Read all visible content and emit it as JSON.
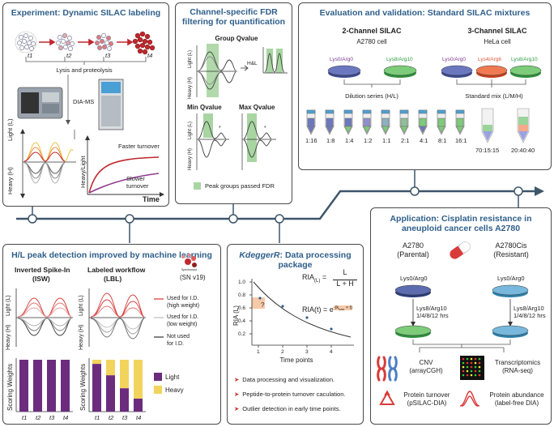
{
  "timeline": {
    "arrow_color": "#3e566a"
  },
  "experiment": {
    "title": "Experiment: Dynamic SILAC labeling",
    "time_labels": [
      "t1",
      "t2",
      "t3",
      "t4"
    ],
    "lysis": "Lysis and proteolysis",
    "dia": "DIA-MS",
    "light_axis": "Light (L)",
    "heavy_axis": "Heavy (H)",
    "ratio_axis": "Heavy/Light",
    "faster": "Faster turnover",
    "slower": "Slower turnover",
    "time": "Time"
  },
  "fdr": {
    "title_line1": "Channel-specific FDR",
    "title_line2": "filtering for quantification",
    "group": "Group Qvalue",
    "hl": "H&L",
    "min": "Min Qvalue",
    "max": "Max Qvalue",
    "light_axis": "Light (L)",
    "heavy_axis": "Heavy (H)",
    "legend": "Peak groups passed FDR",
    "green": "#a8d5a2"
  },
  "eval": {
    "title": "Evaluation and validation: Standard SILAC mixtures",
    "two_channel": "2-Channel SILAC",
    "a2780": "A2780 cell",
    "three_channel": "3-Channel SILAC",
    "hela": "HeLa cell",
    "lys0": "Lys0/Arg0",
    "lys8": "Lys8/Arg10",
    "lys4": "Lys4/Arg6",
    "dilution": "Dilution series (H/L)",
    "standard_mix": "Standard mix (L/M/H)",
    "ratios": [
      "1:16",
      "1:8",
      "1:4",
      "1:2",
      "1:1",
      "2:1",
      "4:1",
      "8:1",
      "16:1"
    ],
    "mix1": "70:15:15",
    "mix2": "20:40:40"
  },
  "ml": {
    "title": "H/L peak detection improved by machine learning",
    "isw": "Inverted Spike-In",
    "isw_abbr": "(ISW)",
    "lbl": "Labeled workflow",
    "lbl_abbr": "(LBL)",
    "spectronaut": "Spectronaut",
    "version": "(SN v19)",
    "light_axis": "Light (L)",
    "heavy_axis": "Heavy (H)",
    "legend_high_1": "Used for I.D.",
    "legend_high_2": "(high weight)",
    "legend_low_1": "Used for I.D.",
    "legend_low_2": "(low weight)",
    "legend_not_1": "Not used",
    "legend_not_2": "for I.D.",
    "scoring": "Scoring Weights",
    "time_labels": [
      "t1",
      "t2",
      "t3",
      "t4"
    ],
    "legend_light": "Light",
    "legend_heavy": "Heavy",
    "light_color": "#6b2c7e",
    "heavy_color": "#f2d45c",
    "lbl_light_fraction": [
      0.92,
      0.7,
      0.45,
      0.25
    ]
  },
  "kdegger": {
    "title_italic": "KdeggerR",
    "title_rest": ": Data processing package",
    "eq1_lhs": "RIA",
    "eq1_sub": "(L)",
    "eq1_num": "L",
    "eq1_den": "L + H",
    "eq2_lhs": "RIA(t) = e",
    "eq2_exp": "-(k",
    "eq2_exp_sub": "loss",
    "eq2_exp_end": " × t)",
    "ylabel": "RIA (L)",
    "xlabel": "Time points",
    "qmark": "?",
    "y_ticks": [
      "1.0",
      "0.8",
      "0.6",
      "0.4",
      "0.2"
    ],
    "x_ticks": [
      "1",
      "2",
      "3",
      "4"
    ],
    "bullets": [
      "Data processing and visualization.",
      "Peptide-to-protein turnover caculation.",
      "Outlier detection in early time points."
    ]
  },
  "app": {
    "title_line1": "Application: Cisplatin resistance in",
    "title_line2": "aneuploid cancer cells A2780",
    "a2780": "A2780",
    "parental": "(Parental)",
    "a2780cis": "A2780Cis",
    "resistant": "(Resistant)",
    "lys0": "Lys0/Arg0",
    "lys8": "Lys8/Arg10",
    "hrs": "1/4/8/12 hrs",
    "cnv": "CNV",
    "cnv_sub": "(arrayCGH)",
    "tx": "Transcriptomics",
    "tx_sub": "(RNA-seq)",
    "pt": "Protein turnover",
    "pt_sub": "(pSILAC-DIA)",
    "pa": "Protein abundance",
    "pa_sub": "(label-free DIA)"
  }
}
